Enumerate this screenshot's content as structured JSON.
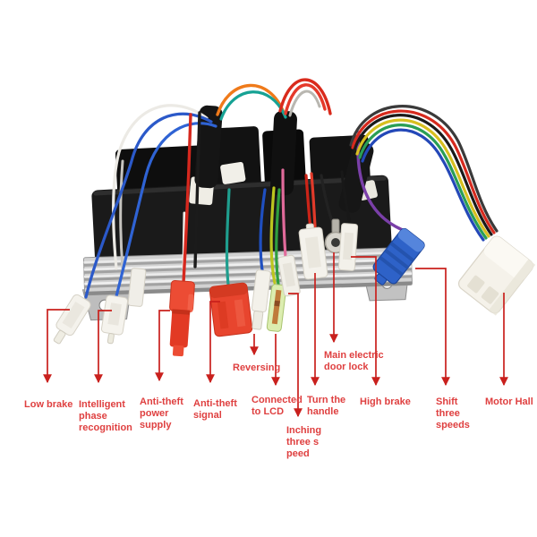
{
  "diagram": {
    "subject": "Brushless motor controller wiring connectors",
    "leader_line_color": "#c9201d",
    "label_color": "#df4040",
    "background": "#ffffff"
  },
  "labels": [
    {
      "id": "low-brake",
      "text": "Low brake"
    },
    {
      "id": "intelligent-phase-recognition",
      "text": "Intelligent\nphase\nrecognition"
    },
    {
      "id": "anti-theft-power-supply",
      "text": "Anti-theft\npower\nsupply"
    },
    {
      "id": "anti-theft-signal",
      "text": "Anti-theft\nsignal"
    },
    {
      "id": "reversing",
      "text": "Reversing"
    },
    {
      "id": "connected-to-lcd",
      "text": "Connected\nto LCD"
    },
    {
      "id": "inching-three-speed",
      "text": "Inching\nthree s\npeed"
    },
    {
      "id": "turn-the-handle",
      "text": "Turn the\nhandle"
    },
    {
      "id": "main-electric-door-lock",
      "text": "Main electric\ndoor lock"
    },
    {
      "id": "high-brake",
      "text": "High brake"
    },
    {
      "id": "shift-three-speeds",
      "text": "Shift\nthree\nspeeds"
    },
    {
      "id": "motor-hall",
      "text": "Motor Hall"
    }
  ],
  "connectors": [
    {
      "name": "low-brake-connector",
      "color": "white"
    },
    {
      "name": "intelligent-phase-connector",
      "color": "white"
    },
    {
      "name": "anti-theft-power-connector",
      "color": "red"
    },
    {
      "name": "anti-theft-signal-connector",
      "color": "red"
    },
    {
      "name": "reversing-connector",
      "color": "white"
    },
    {
      "name": "lcd-connector",
      "color": "green"
    },
    {
      "name": "inching-connector",
      "color": "white"
    },
    {
      "name": "turn-handle-connector",
      "color": "white"
    },
    {
      "name": "door-lock-ring-terminal",
      "color": "silver"
    },
    {
      "name": "high-brake-connector",
      "color": "white"
    },
    {
      "name": "shift-connector",
      "color": "blue"
    },
    {
      "name": "motor-hall-connector",
      "color": "white"
    }
  ]
}
